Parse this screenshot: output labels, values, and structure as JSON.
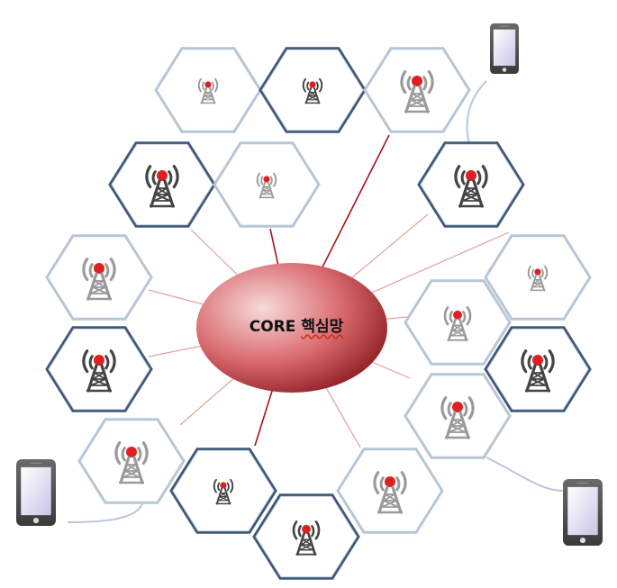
{
  "core": {
    "label": "CORE",
    "label_suffix": "핵심망"
  },
  "cells": [
    {
      "id": "c1",
      "style": "light",
      "tower": "sm"
    },
    {
      "id": "c2",
      "style": "dark",
      "tower": "sm"
    },
    {
      "id": "c3",
      "style": "light",
      "tower": "lg"
    },
    {
      "id": "c4",
      "style": "dark",
      "tower": "lg"
    },
    {
      "id": "c5",
      "style": "light",
      "tower": "sm"
    },
    {
      "id": "c6",
      "style": "dark",
      "tower": "lg"
    },
    {
      "id": "c7",
      "style": "light",
      "tower": "lg"
    },
    {
      "id": "c8",
      "style": "light",
      "tower": "sm"
    },
    {
      "id": "c9",
      "style": "light",
      "tower": "md"
    },
    {
      "id": "c10",
      "style": "dark",
      "tower": "lg"
    },
    {
      "id": "c11",
      "style": "dark",
      "tower": "lg"
    },
    {
      "id": "c12",
      "style": "light",
      "tower": "lg"
    },
    {
      "id": "c13",
      "style": "light",
      "tower": "lg"
    },
    {
      "id": "c14",
      "style": "dark",
      "tower": "sm"
    },
    {
      "id": "c15",
      "style": "light",
      "tower": "lg"
    },
    {
      "id": "c16",
      "style": "dark",
      "tower": "md"
    }
  ],
  "phones": [
    "phone-top-right",
    "phone-bottom-left",
    "phone-bottom-right"
  ],
  "colors": {
    "light_hex_stroke": "#b8c6d6",
    "dark_hex_stroke": "#3f5878",
    "tower_red": "#e02020",
    "tower_gray_dark": "#444444",
    "tower_gray_light": "#9a9a9a",
    "link_dark": "#a3141c",
    "link_light": "#e3a0a0"
  }
}
